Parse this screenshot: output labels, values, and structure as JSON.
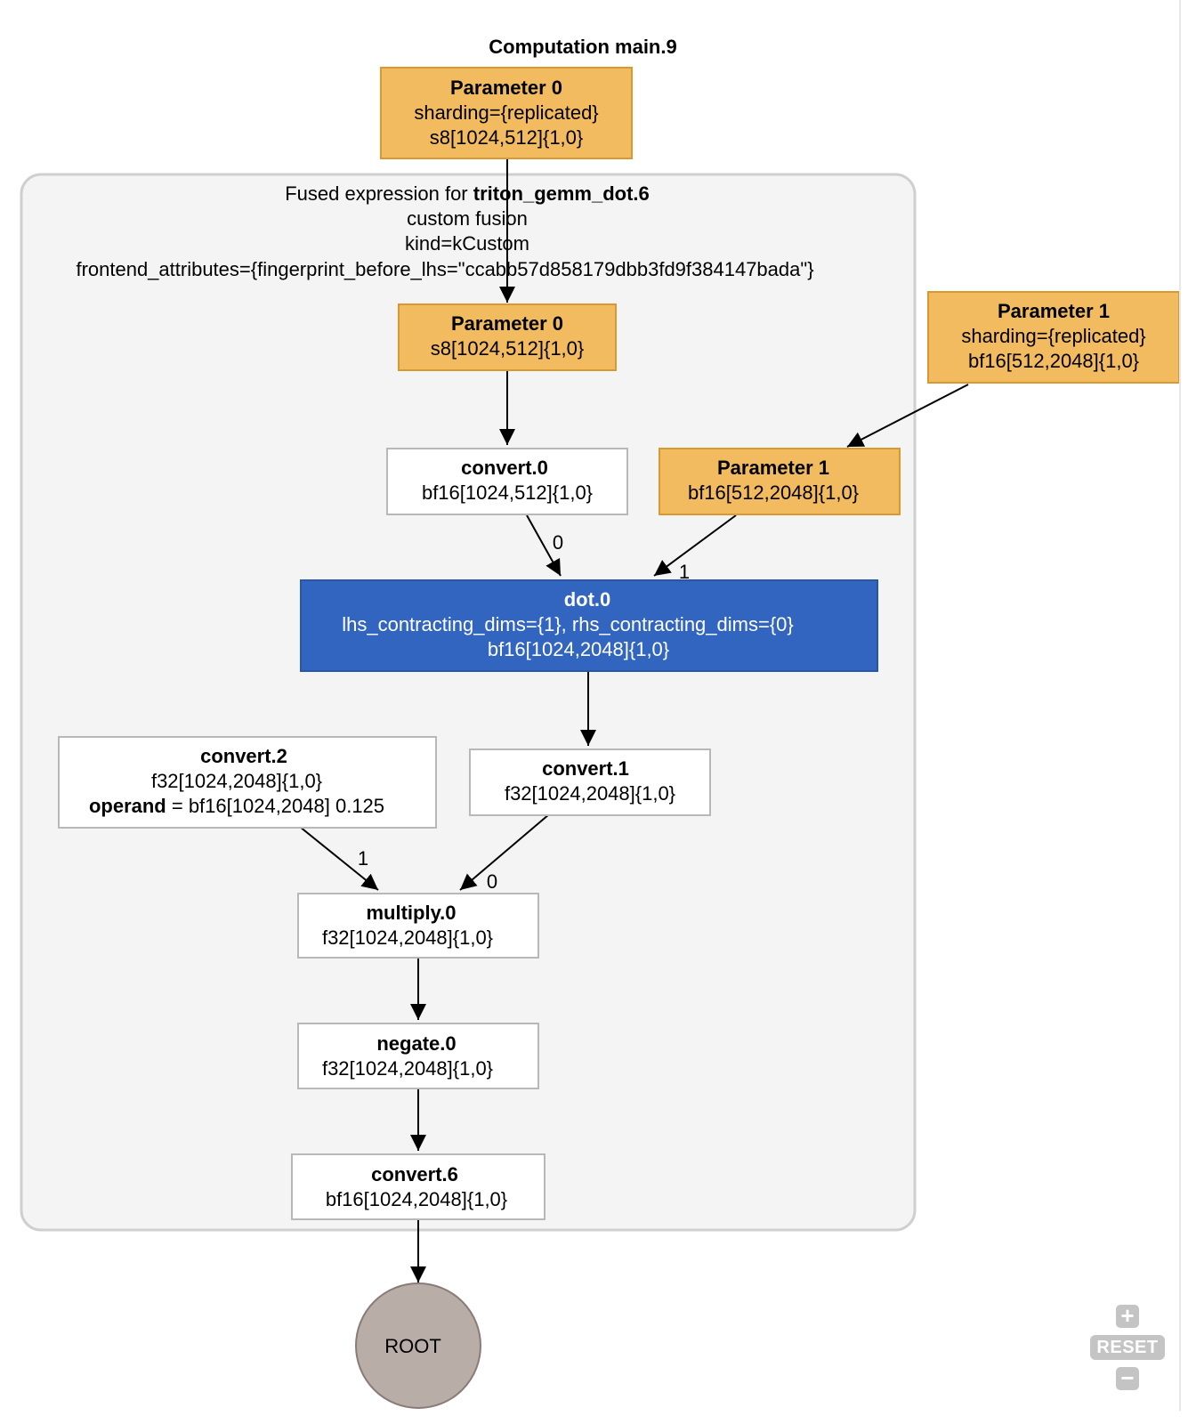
{
  "computation_title": "Computation main.9",
  "top_param0": {
    "title": "Parameter 0",
    "lines": [
      "sharding={replicated}",
      "s8[1024,512]{1,0}"
    ]
  },
  "outer_param1": {
    "title": "Parameter 1",
    "lines": [
      "sharding={replicated}",
      "bf16[512,2048]{1,0}"
    ]
  },
  "fusion": {
    "title_prefix": "Fused expression for ",
    "title_bold": "triton_gemm_dot.6",
    "line2": "custom fusion",
    "line3": "kind=kCustom",
    "line4": "frontend_attributes={fingerprint_before_lhs=\"ccabb57d858179dbb3fd9f384147bada\"}"
  },
  "nodes": {
    "param0": {
      "title": "Parameter 0",
      "shape": "s8[1024,512]{1,0}"
    },
    "convert0": {
      "title": "convert.0",
      "shape": "bf16[1024,512]{1,0}"
    },
    "param1": {
      "title": "Parameter 1",
      "shape": "bf16[512,2048]{1,0}"
    },
    "dot0": {
      "title": "dot.0",
      "attrs": "lhs_contracting_dims={1}, rhs_contracting_dims={0}",
      "shape": "bf16[1024,2048]{1,0}"
    },
    "convert2": {
      "title": "convert.2",
      "shape": "f32[1024,2048]{1,0}",
      "operand_label": "operand",
      "operand_value": " = bf16[1024,2048] 0.125"
    },
    "convert1": {
      "title": "convert.1",
      "shape": "f32[1024,2048]{1,0}"
    },
    "multiply0": {
      "title": "multiply.0",
      "shape": "f32[1024,2048]{1,0}"
    },
    "negate0": {
      "title": "negate.0",
      "shape": "f32[1024,2048]{1,0}"
    },
    "convert6": {
      "title": "convert.6",
      "shape": "bf16[1024,2048]{1,0}"
    },
    "root": {
      "label": "ROOT"
    }
  },
  "edge_labels": {
    "convert0_to_dot": "0",
    "param1_to_dot": "1",
    "convert2_to_multiply": "1",
    "convert1_to_multiply": "0"
  },
  "zoom": {
    "plus": "+",
    "reset": "RESET",
    "minus": "−"
  },
  "colors": {
    "parameter_fill": "#f2bb60",
    "parameter_stroke": "#d79a33",
    "dot_fill": "#3265c0",
    "dot_text": "#ffffff",
    "root_fill": "#b9ada8",
    "root_stroke": "#8a7b76",
    "node_stroke": "#b8b8b8",
    "cluster_fill": "#f4f4f4",
    "cluster_stroke": "#cfcfcf"
  }
}
